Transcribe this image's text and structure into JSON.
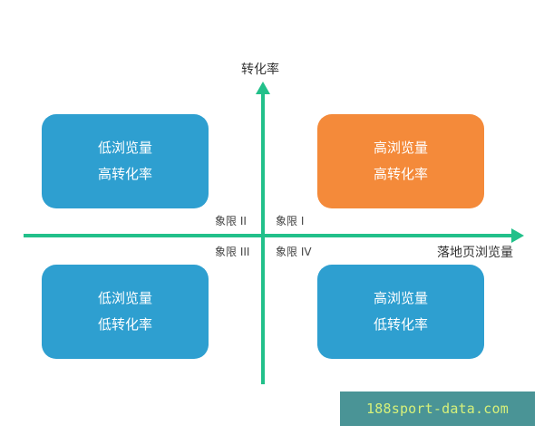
{
  "diagram": {
    "type": "quadrant",
    "y_axis_label": "转化率",
    "x_axis_label": "落地页浏览量",
    "axis_color": "#22c08a",
    "quadrant_labels": {
      "q1": "象限 I",
      "q2": "象限 II",
      "q3": "象限 III",
      "q4": "象限 IV"
    },
    "boxes": [
      {
        "position": "top-left",
        "line1": "低浏览量",
        "line2": "高转化率",
        "color": "#2e9fd0"
      },
      {
        "position": "top-right",
        "line1": "高浏览量",
        "line2": "高转化率",
        "color": "#f48a3a"
      },
      {
        "position": "bottom-left",
        "line1": "低浏览量",
        "line2": "低转化率",
        "color": "#2e9fd0"
      },
      {
        "position": "bottom-right",
        "line1": "高浏览量",
        "line2": "低转化率",
        "color": "#2e9fd0"
      }
    ]
  },
  "watermark": {
    "text": "188sport-data.com",
    "background": "#4a9496",
    "text_color": "#d6f07a"
  }
}
